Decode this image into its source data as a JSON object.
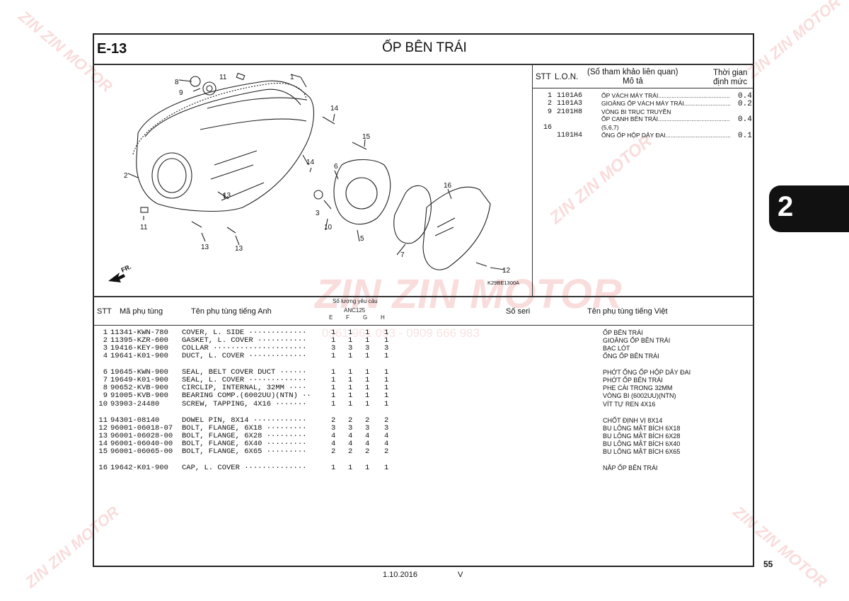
{
  "header": {
    "code": "E-13",
    "title": "ỐP BÊN TRÁI"
  },
  "diagram": {
    "callouts": [
      "1",
      "2",
      "3",
      "5",
      "6",
      "7",
      "8",
      "9",
      "10",
      "11",
      "11",
      "12",
      "13",
      "13",
      "13",
      "14",
      "14",
      "15",
      "16"
    ],
    "fr_label": "FR.",
    "ref_code": "K29BE1300A"
  },
  "lon_table": {
    "headers": {
      "stt": "STT",
      "lon": "L.O.N.",
      "desc_1": "(Số tham khảo liên quan)",
      "desc_2": "Mô tả",
      "time_1": "Thời gian",
      "time_2": "định mức"
    },
    "rows": [
      {
        "stt": "1",
        "lon": "1101A6",
        "desc": "ỐP VÁCH MÁY TRÁI..............................................",
        "time": "0.4"
      },
      {
        "stt": "2",
        "lon": "1101A3",
        "desc": "GIOĂNG ỐP VÁCH MÁY TRÁI.............................",
        "time": "0.2"
      },
      {
        "stt": "9",
        "lon": "2101H8",
        "desc": "VÒNG BI TRỤC TRUYỀN",
        "time": ""
      },
      {
        "stt": "",
        "lon": "",
        "desc": "ỐP CẠNH BÊN TRÁI..............................................",
        "time": "0.4"
      },
      {
        "stt": "16",
        "lon": "",
        "desc": "(5,6,7)",
        "time": ""
      },
      {
        "stt": "",
        "lon": "1101H4",
        "desc": "ỐNG ỐP HỘP DÂY ĐAI.........................................",
        "time": "0.1"
      }
    ]
  },
  "parts_table": {
    "headers": {
      "stt": "STT",
      "part_no": "Mã phụ tùng",
      "name_en": "Tên phụ tùng tiếng Anh",
      "qty": "Số lượng yêu cầu",
      "model": "ANC125",
      "cols": [
        "E",
        "F",
        "G",
        "H"
      ],
      "serial": "Số seri",
      "name_vi": "Tên phụ tùng tiếng Việt"
    },
    "rows": [
      {
        "stt": "1",
        "part_no": "11341-KWN-780",
        "name_en": "COVER, L. SIDE ·············",
        "qty": [
          "1",
          "1",
          "1",
          "1"
        ],
        "name_vi": "ỐP BÊN TRÁI"
      },
      {
        "stt": "2",
        "part_no": "11395-KZR-600",
        "name_en": "GASKET, L. COVER ···········",
        "qty": [
          "1",
          "1",
          "1",
          "1"
        ],
        "name_vi": "GIOĂNG ỐP BÊN TRÁI"
      },
      {
        "stt": "3",
        "part_no": "19416-KEY-900",
        "name_en": "COLLAR ·····················",
        "qty": [
          "3",
          "3",
          "3",
          "3"
        ],
        "name_vi": "BẠC LÓT"
      },
      {
        "stt": "4",
        "part_no": "19641-K01-900",
        "name_en": "DUCT, L. COVER ·············",
        "qty": [
          "1",
          "1",
          "1",
          "1"
        ],
        "name_vi": "ỐNG ỐP BÊN TRÁI"
      },
      {
        "stt": "6",
        "part_no": "19645-KWN-900",
        "name_en": "SEAL, BELT COVER DUCT ······",
        "qty": [
          "1",
          "1",
          "1",
          "1"
        ],
        "name_vi": "PHỚT ỐNG ỐP HỘP DÂY ĐAI"
      },
      {
        "stt": "7",
        "part_no": "19649-K01-900",
        "name_en": "SEAL, L. COVER ·············",
        "qty": [
          "1",
          "1",
          "1",
          "1"
        ],
        "name_vi": "PHỚT ỐP BÊN TRÁI"
      },
      {
        "stt": "8",
        "part_no": "90652-KVB-900",
        "name_en": "CIRCLIP, INTERNAL, 32MM ····",
        "qty": [
          "1",
          "1",
          "1",
          "1"
        ],
        "name_vi": "PHE CÀI TRONG 32MM"
      },
      {
        "stt": "9",
        "part_no": "91005-KVB-900",
        "name_en": "BEARING COMP.(6002UU)(NTN) ··",
        "qty": [
          "1",
          "1",
          "1",
          "1"
        ],
        "name_vi": "VÒNG BI (6002UU)(NTN)"
      },
      {
        "stt": "10",
        "part_no": "93903-24480",
        "name_en": "SCREW, TAPPING, 4X16 ·······",
        "qty": [
          "1",
          "1",
          "1",
          "1"
        ],
        "name_vi": "VÍT TỰ REN 4X16"
      },
      {
        "stt": "11",
        "part_no": "94301-08140",
        "name_en": "DOWEL PIN, 8X14 ············",
        "qty": [
          "2",
          "2",
          "2",
          "2"
        ],
        "name_vi": "CHỐT ĐỊNH VỊ 8X14"
      },
      {
        "stt": "12",
        "part_no": "96001-06018-07",
        "name_en": "BOLT, FLANGE, 6X18 ·········",
        "qty": [
          "3",
          "3",
          "3",
          "3"
        ],
        "name_vi": "BU LÔNG MẶT BÍCH 6X18"
      },
      {
        "stt": "13",
        "part_no": "96001-06028-00",
        "name_en": "BOLT, FLANGE, 6X28 ·········",
        "qty": [
          "4",
          "4",
          "4",
          "4"
        ],
        "name_vi": "BU LÔNG MẶT BÍCH 6X28"
      },
      {
        "stt": "14",
        "part_no": "96001-06040-00",
        "name_en": "BOLT, FLANGE, 6X40 ·········",
        "qty": [
          "4",
          "4",
          "4",
          "4"
        ],
        "name_vi": "BU LÔNG MẶT BÍCH 6X40"
      },
      {
        "stt": "15",
        "part_no": "96001-06065-00",
        "name_en": "BOLT, FLANGE, 6X65 ·········",
        "qty": [
          "2",
          "2",
          "2",
          "2"
        ],
        "name_vi": "BU LÔNG MẶT BÍCH 6X65"
      },
      {
        "stt": "16",
        "part_no": "19642-K01-900",
        "name_en": "CAP, L. COVER ··············",
        "qty": [
          "1",
          "1",
          "1",
          "1"
        ],
        "name_vi": "NẮP ỐP BÊN TRÁI"
      }
    ]
  },
  "section_tab": "2",
  "page_number": "55",
  "footer": {
    "date": "1.10.2016",
    "version": "V"
  },
  "watermark": {
    "brand": "ZIN ZIN MOTOR",
    "phone": "0961 961 093 - 0909 666 983"
  }
}
